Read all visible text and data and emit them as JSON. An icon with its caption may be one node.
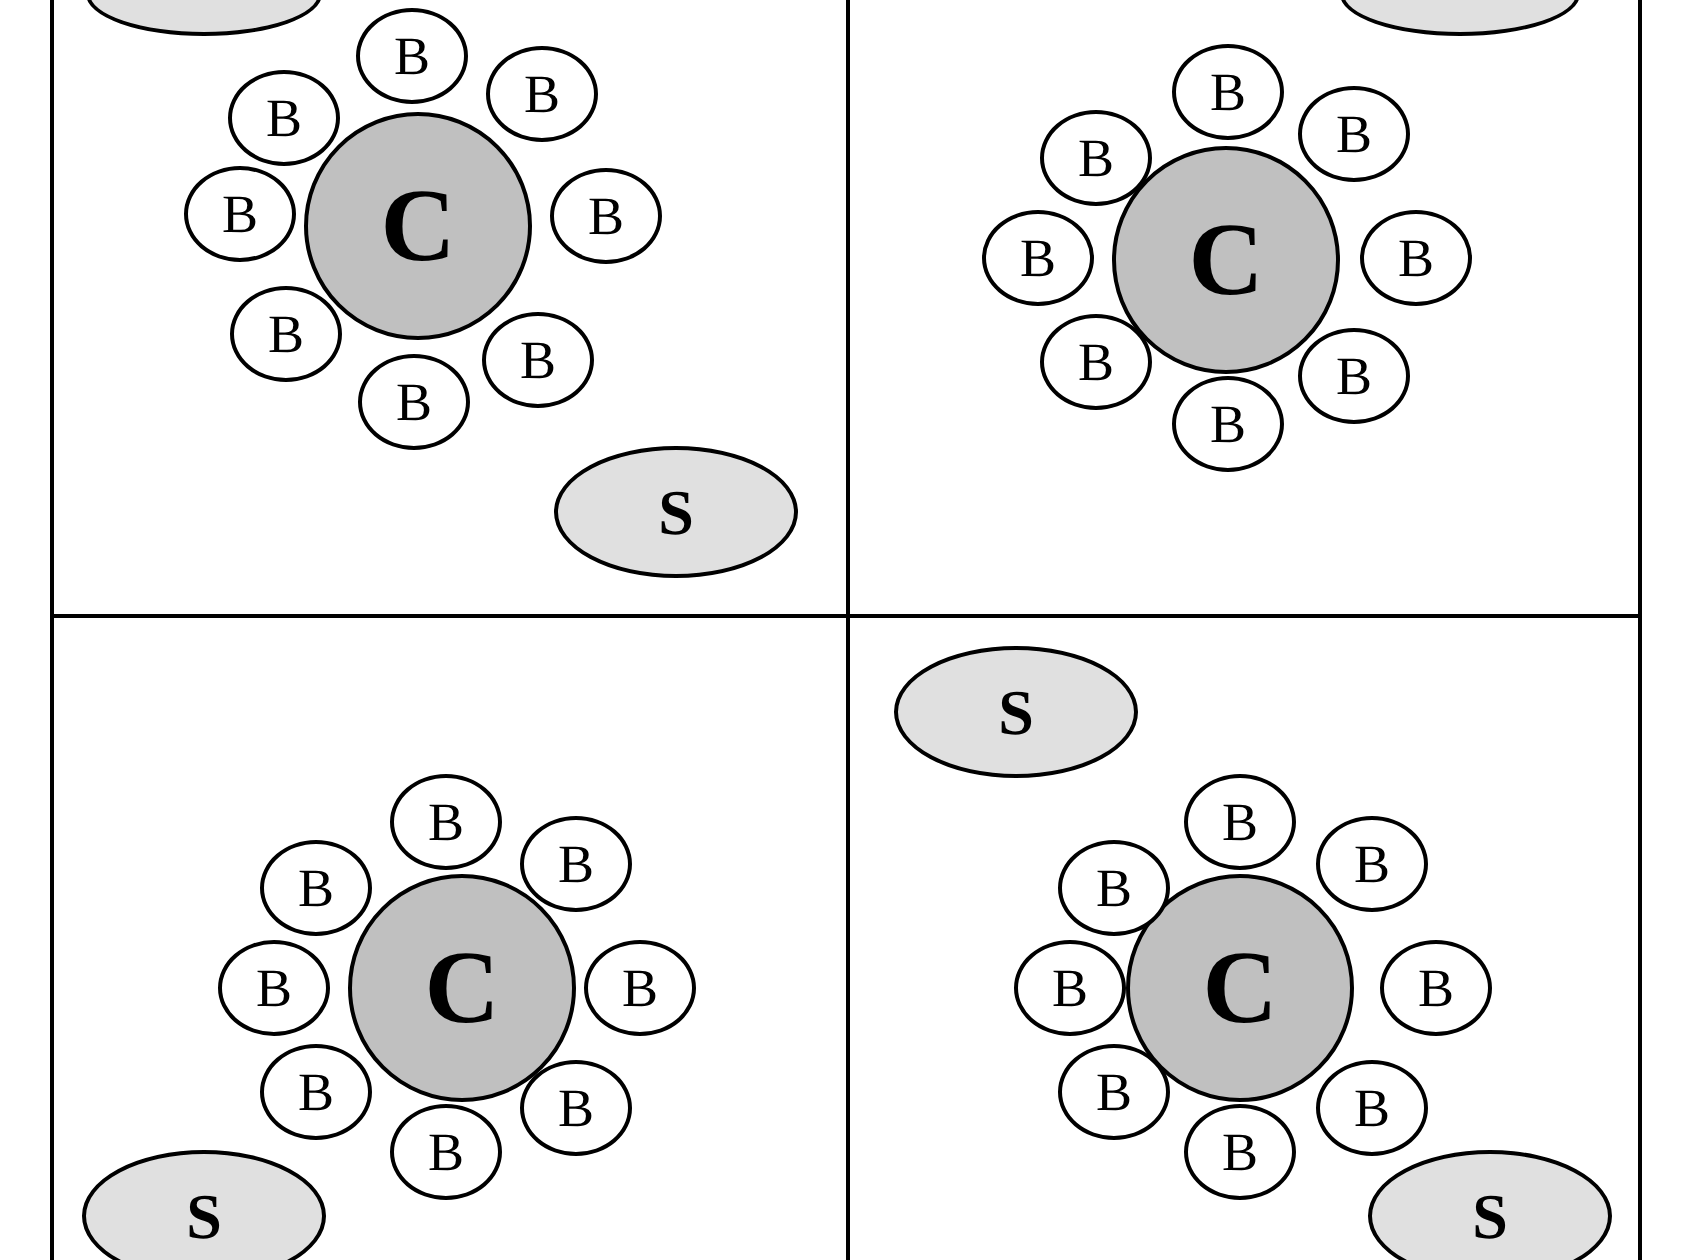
{
  "diagram": {
    "nodes": [
      {
        "text": [],
        "shape": "box"
      },
      {
        "text": [],
        "shape": "ellipse",
        "in": 0
      },
      {
        "text": [
          "C"
        ],
        "in": 0
      },
      {
        "text": [
          "B"
        ],
        "in": 0
      },
      {
        "text": [
          "B"
        ],
        "in": 0
      },
      {
        "text": [
          "B"
        ],
        "in": 0
      },
      {
        "text": [
          "B"
        ],
        "in": 0
      },
      {
        "text": [
          "B"
        ],
        "in": 0
      },
      {
        "text": [
          "B"
        ],
        "in": 0
      },
      {
        "text": [
          "B"
        ],
        "in": 0
      },
      {
        "text": [
          "B"
        ],
        "in": 0
      },
      {
        "text": [
          "S"
        ],
        "in": 0
      },
      {
        "text": [],
        "shape": "box"
      },
      {
        "text": [],
        "shape": "ellipse",
        "in": 12
      },
      {
        "text": [
          "C"
        ],
        "in": 12
      },
      {
        "text": [
          "B"
        ],
        "in": 12
      },
      {
        "text": [
          "B"
        ],
        "in": 12
      },
      {
        "text": [
          "B"
        ],
        "in": 12
      },
      {
        "text": [
          "B"
        ],
        "in": 12
      },
      {
        "text": [
          "B"
        ],
        "in": 12
      },
      {
        "text": [
          "B"
        ],
        "in": 12
      },
      {
        "text": [
          "B"
        ],
        "in": 12
      },
      {
        "text": [
          "B"
        ],
        "in": 12
      },
      {
        "text": [],
        "shape": "box"
      },
      {
        "text": [
          "C"
        ],
        "in": 23
      },
      {
        "text": [
          "B"
        ],
        "in": 23
      },
      {
        "text": [
          "B"
        ],
        "in": 23
      },
      {
        "text": [
          "B"
        ],
        "in": 23
      },
      {
        "text": [
          "B"
        ],
        "in": 23
      },
      {
        "text": [
          "B"
        ],
        "in": 23
      },
      {
        "text": [
          "B"
        ],
        "in": 23
      },
      {
        "text": [
          "B"
        ],
        "in": 23
      },
      {
        "text": [
          "B"
        ],
        "in": 23
      },
      {
        "text": [
          "S"
        ],
        "in": 23
      },
      {
        "text": [],
        "shape": "box"
      },
      {
        "text": [
          "S"
        ],
        "in": 34
      },
      {
        "text": [
          "C"
        ],
        "in": 34
      },
      {
        "text": [
          "B"
        ],
        "in": 34
      },
      {
        "text": [
          "B"
        ],
        "in": 34
      },
      {
        "text": [
          "B"
        ],
        "in": 34
      },
      {
        "text": [
          "B"
        ],
        "in": 34
      },
      {
        "text": [
          "B"
        ],
        "in": 34
      },
      {
        "text": [
          "B"
        ],
        "in": 34
      },
      {
        "text": [
          "B"
        ],
        "in": 34
      },
      {
        "text": [
          "B"
        ],
        "in": 34
      },
      {
        "text": [
          "S"
        ],
        "in": 34
      }
    ],
    "edges": []
  }
}
